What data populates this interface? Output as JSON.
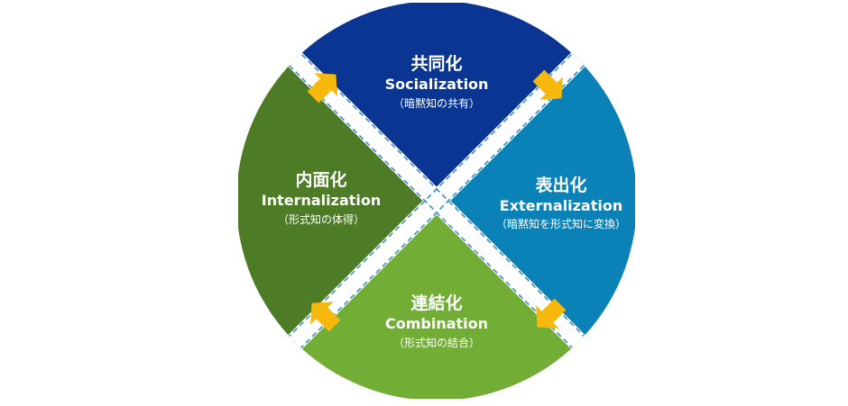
{
  "colors": {
    "socialization": "#0a3592",
    "externalization": "#0a82b8",
    "combination": "#72ad36",
    "internalization": "#4e7c26",
    "divider": "#ffffff",
    "dash": "#3d8fc2",
    "arrow": "#f6b80c"
  },
  "quadrants": {
    "socialization": {
      "jp": "共同化",
      "en": "Socialization",
      "sub": "（暗黙知の共有）"
    },
    "externalization": {
      "jp": "表出化",
      "en": "Externalization",
      "sub": "（暗黙知を形式知に変換）"
    },
    "combination": {
      "jp": "連結化",
      "en": "Combination",
      "sub": "（形式知の結合）"
    },
    "internalization": {
      "jp": "内面化",
      "en": "Internalization",
      "sub": "（形式知の体得）"
    }
  },
  "arrows": [
    {
      "icon": "arrow-icon",
      "from": "internalization",
      "to": "socialization"
    },
    {
      "icon": "arrow-icon",
      "from": "socialization",
      "to": "externalization"
    },
    {
      "icon": "arrow-icon",
      "from": "externalization",
      "to": "combination"
    },
    {
      "icon": "arrow-icon",
      "from": "combination",
      "to": "internalization"
    }
  ]
}
